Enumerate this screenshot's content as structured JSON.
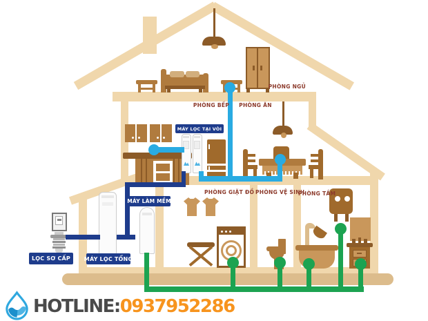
{
  "rooms": {
    "bedroom": {
      "label": "PHÒNG NGỦ"
    },
    "kitchen": {
      "label": "PHÒNG BẾP"
    },
    "dining": {
      "label": "PHÒNG ĂN"
    },
    "laundry": {
      "label": "PHÒNG GIẶT ĐỒ"
    },
    "toilet": {
      "label": "PHÒNG VỆ SINH"
    },
    "bathroom": {
      "label": "PHÒNG TẮM"
    }
  },
  "equipment": {
    "tap_filter": {
      "label": "MÁY LỌC TẠI VÒI"
    },
    "softener": {
      "label": "MÁY LÀM MỀM"
    },
    "pre_filter": {
      "label": "LỌC SƠ CẤP"
    },
    "whole_house_filter": {
      "label": "MÁY LỌC TỔNG"
    }
  },
  "hotline": {
    "label": "HOTLINE:",
    "number": "0937952286"
  },
  "colors": {
    "structure_tan": "#F0D7AC",
    "foundation_tan": "#DCBC8C",
    "furniture_light": "#C9975B",
    "furniture_mid": "#B07B3E",
    "furniture_dark": "#8C5B28",
    "pipe_main_navy": "#1E3C8C",
    "pipe_drinking_blue": "#29ABE2",
    "pipe_soft_green": "#1CA351",
    "room_label_red": "#8C3A2B",
    "hotline_gray": "#4A4A4A",
    "hotline_orange": "#F7941E"
  }
}
